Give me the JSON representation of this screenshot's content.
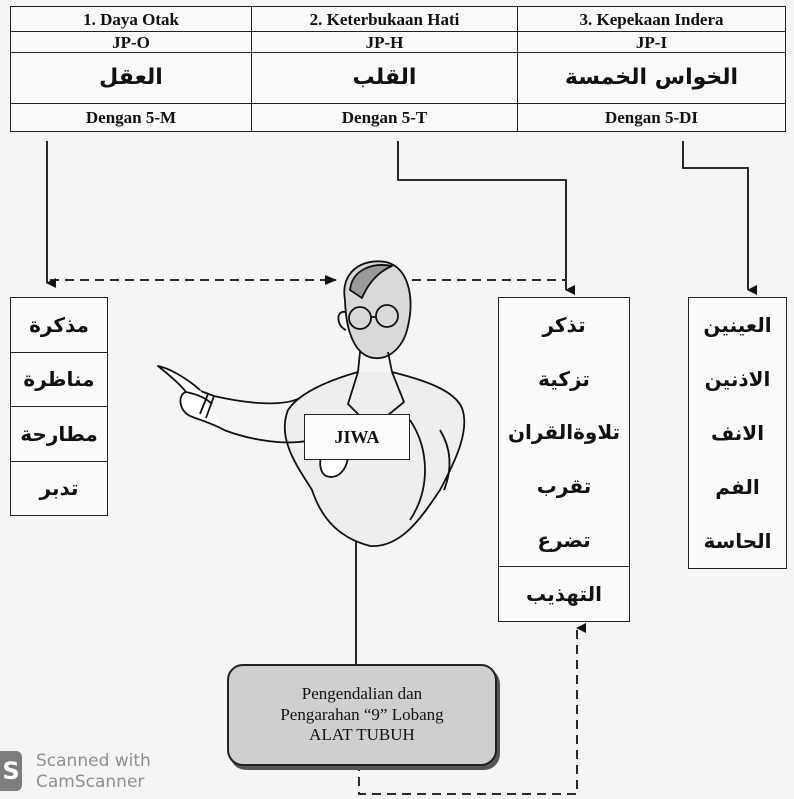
{
  "table": {
    "headers": [
      "1.  Daya Otak",
      "2. Keterbukaan Hati",
      "3.  Kepekaan Indera"
    ],
    "codes": [
      "JP-O",
      "JP-H",
      "JP-I"
    ],
    "arabic": [
      "العقل",
      "القلب",
      "الخواس الخمسة"
    ],
    "methods": [
      "Dengan 5-M",
      "Dengan 5-T",
      "Dengan 5-DI"
    ]
  },
  "left_box": [
    "مذكرة",
    "مناظرة",
    "مطارحة",
    "تدبر"
  ],
  "middle_box": [
    "تذكر",
    "تزكية",
    "تلاوةالقران",
    "تقرب",
    "تضرع",
    "التهذيب"
  ],
  "right_box": [
    "العينين",
    "الاذنين",
    "الانف",
    "الفم",
    "الحاسة"
  ],
  "center_label": "JIWA",
  "bottom_box": {
    "line1": "Pengendalian dan",
    "line2": "Pengarahan “9” Lobang",
    "line3": "ALAT TUBUH"
  },
  "watermark": {
    "logo": "S",
    "line1": "Scanned with",
    "line2": "CamScanner"
  }
}
